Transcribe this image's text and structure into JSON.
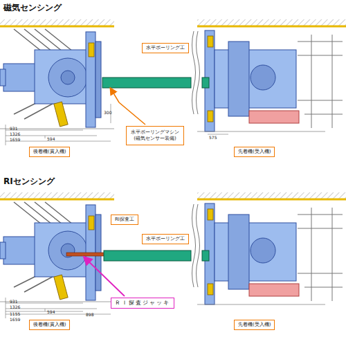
{
  "diagram": {
    "nodes": [
      {
        "text": [
          "水平ボーリング工"
        ]
      },
      {
        "text": [
          "水平ボーリングマシン",
          "(磁気センサー装備)"
        ]
      },
      {
        "text": [
          "後着機(貫入機)"
        ]
      },
      {
        "text": [
          "先着機(受入機)"
        ]
      },
      {
        "text": [
          "RI探査工"
        ]
      },
      {
        "text": [
          "水平ボーリング工"
        ]
      },
      {
        "text": [
          "ＲＩ探査ジャッキ"
        ]
      },
      {
        "text": [
          "後着機(貫入機)"
        ]
      },
      {
        "text": [
          "先着機(受入機)"
        ]
      }
    ],
    "labels": [
      "磁気センシング",
      "931",
      "1326",
      "594",
      "1659",
      "300",
      "575",
      "RIセンシング",
      "931",
      "1326",
      "1155",
      "594",
      "1659",
      "898"
    ]
  }
}
